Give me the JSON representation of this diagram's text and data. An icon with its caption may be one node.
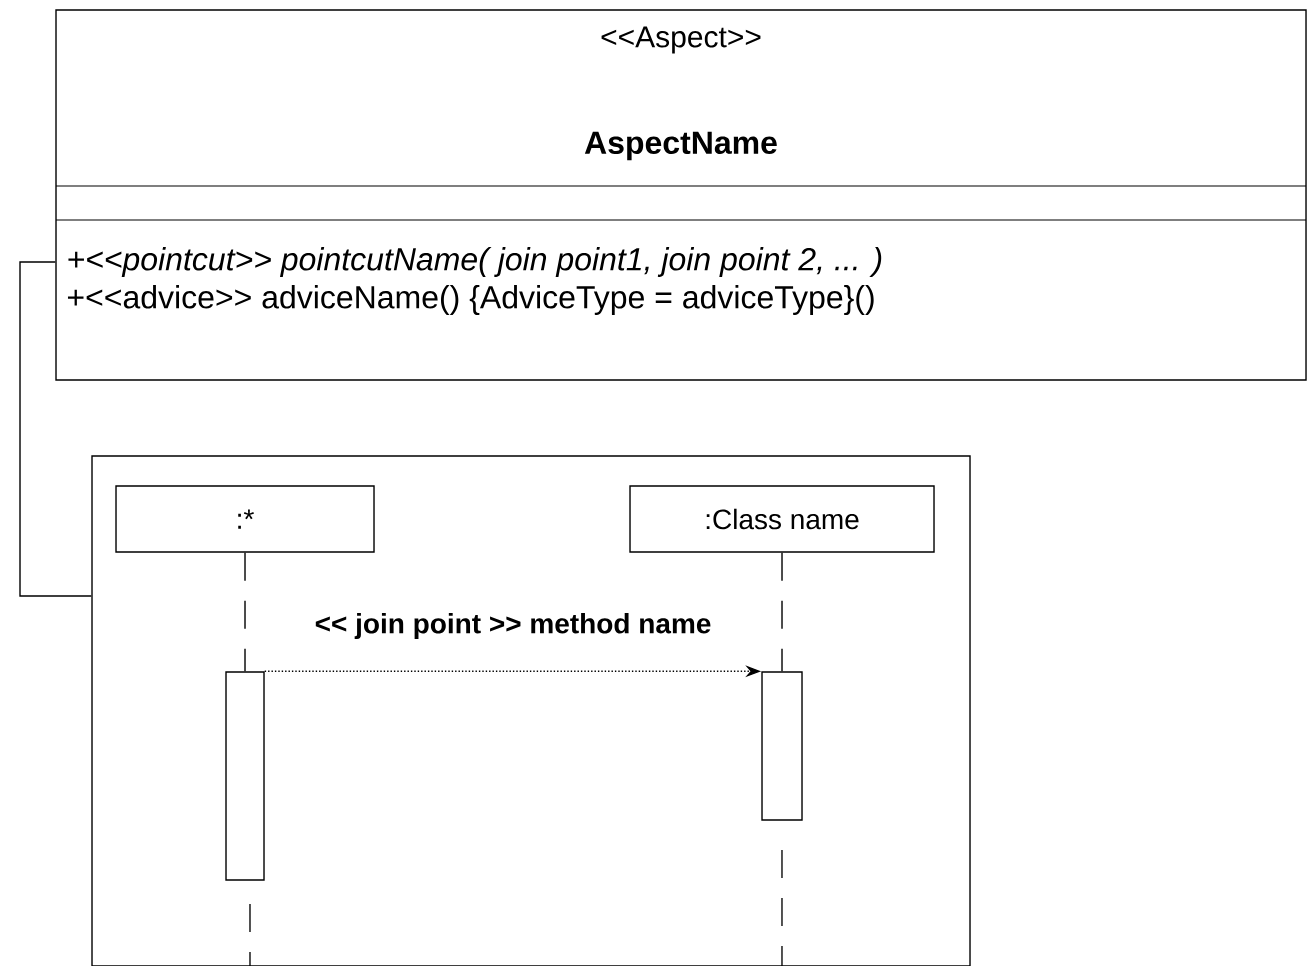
{
  "diagram": {
    "nodes": [
      {
        "text": [
          "<<Aspect>>",
          "AspectName",
          "+<<pointcut>> pointcutName( join point1, join point 2, ... )",
          "+<<advice>> adviceName() {AdviceType = adviceType}()"
        ]
      },
      {
        "text": [],
        "shape": "box"
      },
      {
        "text": [
          ":*"
        ],
        "in": 1
      },
      {
        "text": [
          ":Class name"
        ],
        "in": 1
      },
      {
        "text": [],
        "shape": "bar",
        "in": 1
      },
      {
        "text": [],
        "shape": "bar",
        "in": 1
      }
    ],
    "edges": [
      {
        "from": 0,
        "to": 1,
        "arrow": "none"
      },
      {
        "from": 2,
        "to": 4,
        "arrow": "none",
        "style": "dashed"
      },
      {
        "from": 3,
        "to": 5,
        "arrow": "none",
        "style": "dashed"
      },
      {
        "from": 4,
        "to": 5,
        "arrow": "to",
        "style": "dashed",
        "label": "<< join point >> method name"
      }
    ]
  }
}
